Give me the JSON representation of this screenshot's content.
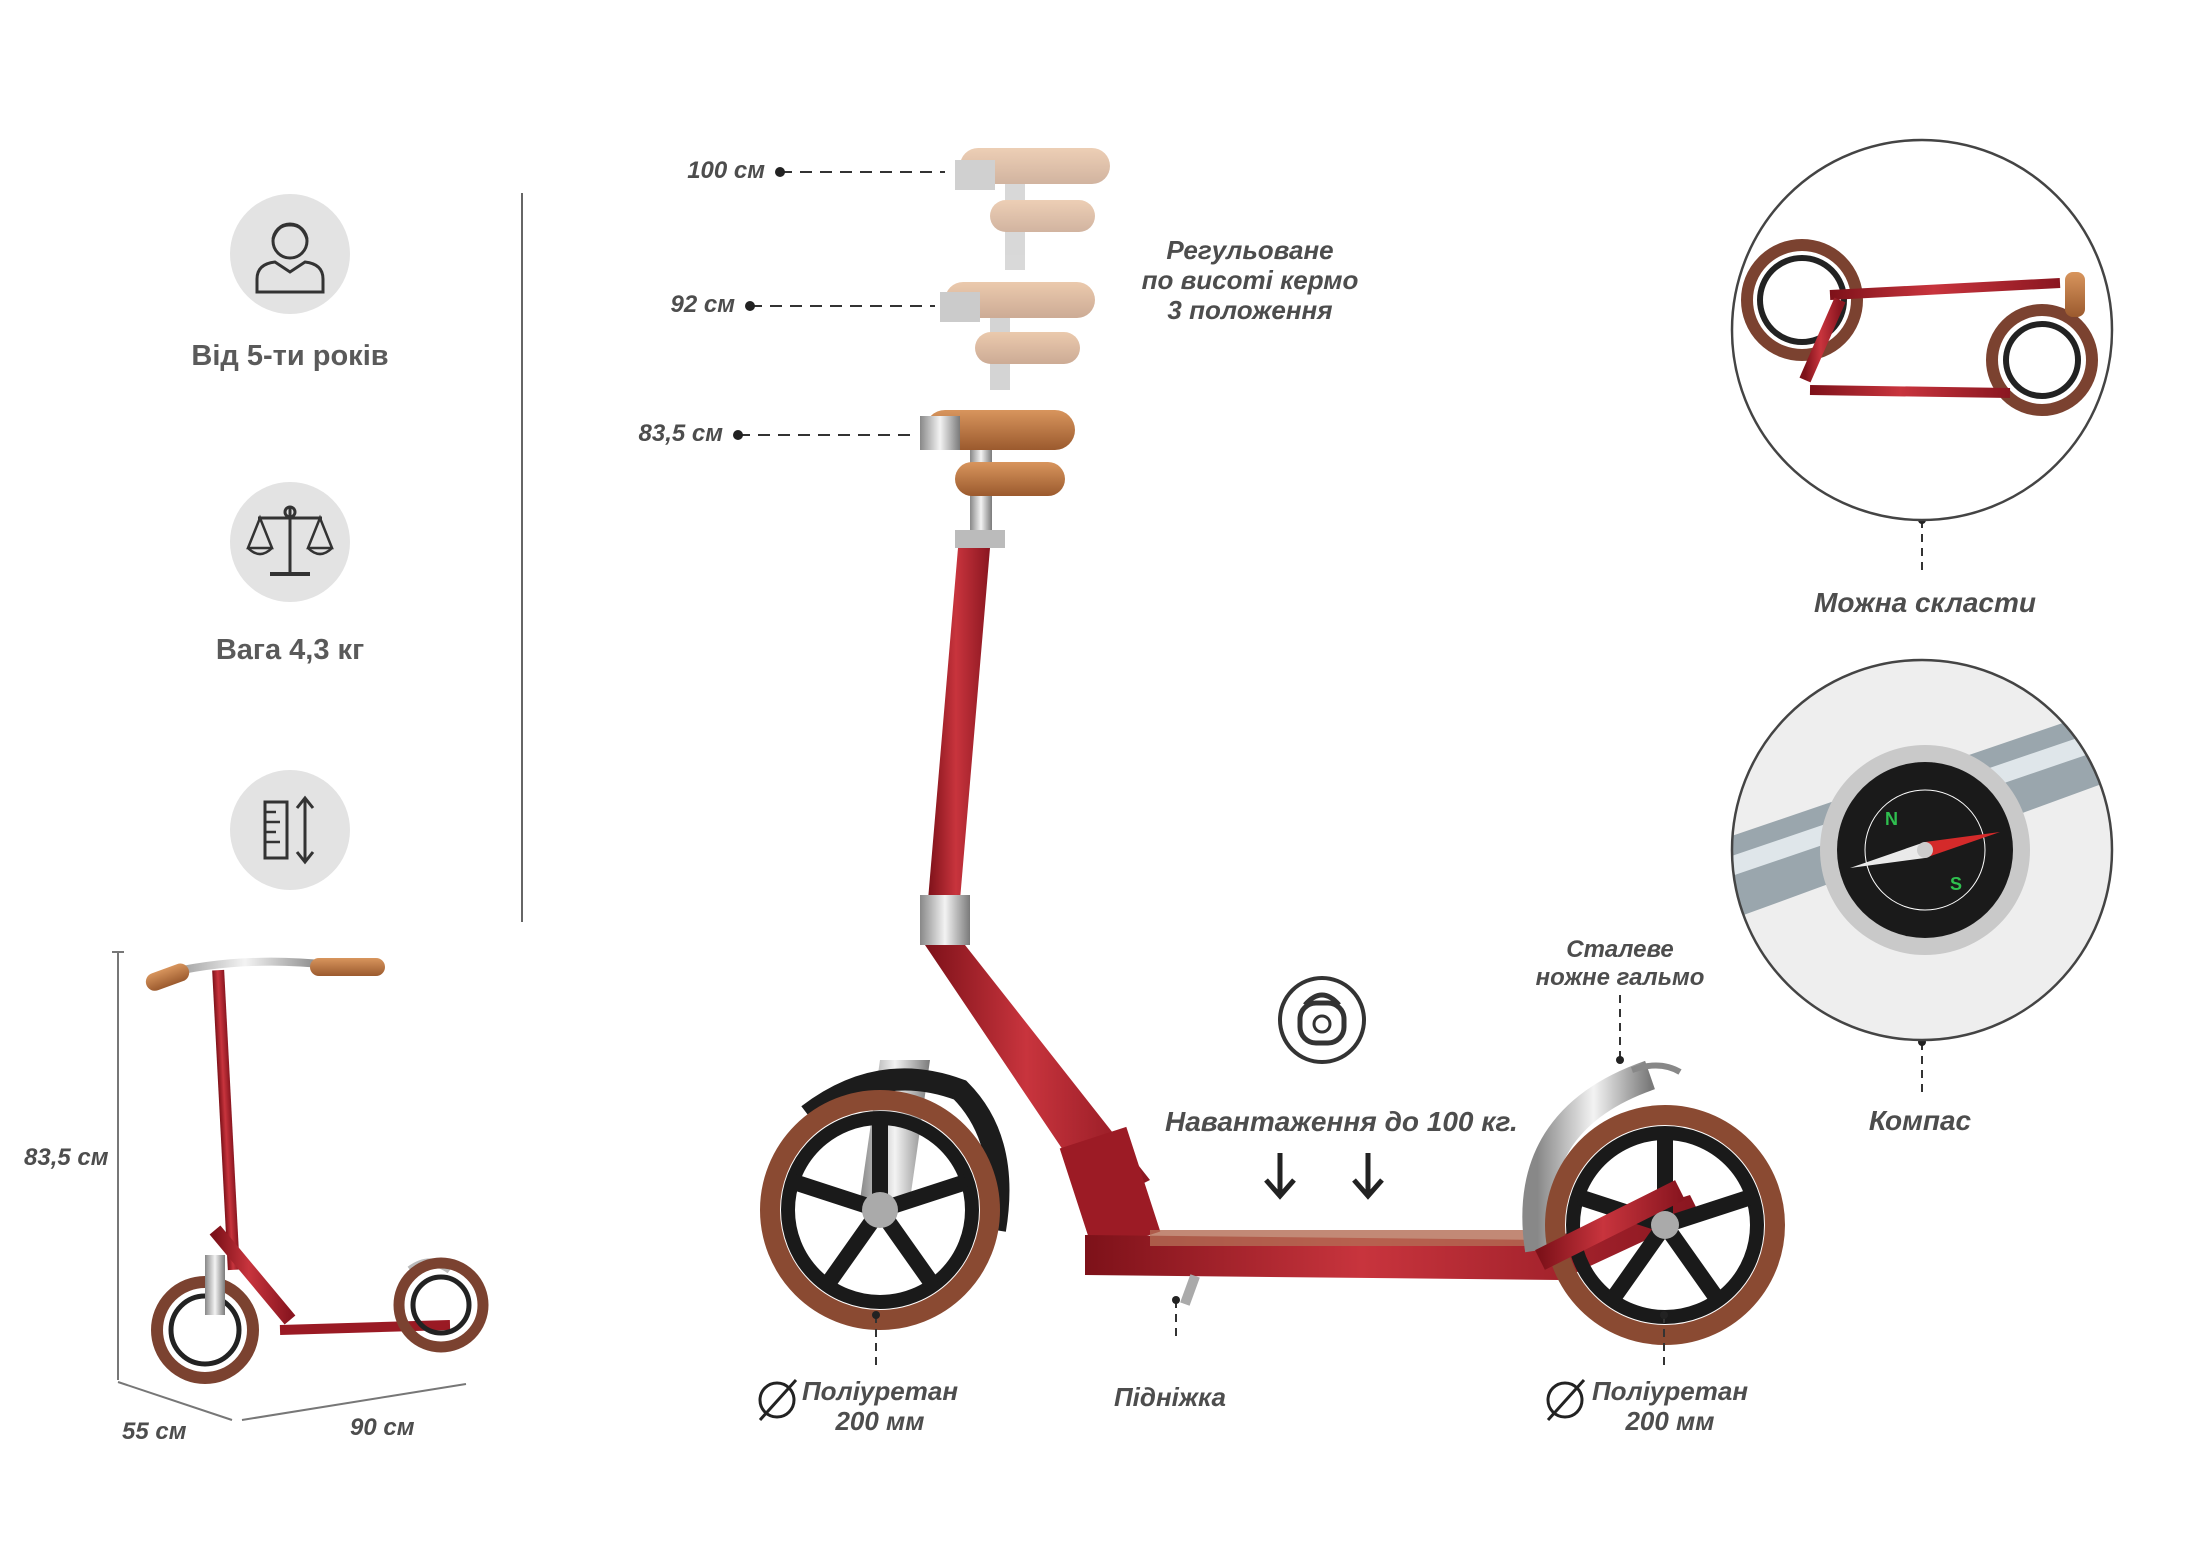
{
  "features": [
    {
      "icon": "person-icon",
      "label": "Від 5-ти років"
    },
    {
      "icon": "scale-icon",
      "label": "Вага 4,3 кг"
    },
    {
      "icon": "ruler-height-icon",
      "label": ""
    }
  ],
  "dimensions": {
    "height": "83,5 см",
    "width": "55 см",
    "length": "90 см"
  },
  "handlebar_heights": [
    "100 см",
    "92 см",
    "83,5 см"
  ],
  "adjustable_note": {
    "line1": "Регульоване",
    "line2": "по висоті кермо",
    "line3": "3 положення"
  },
  "load": {
    "icon": "kettlebell-icon",
    "label": "Навантаження до 100 кг."
  },
  "brake": {
    "line1": "Сталеве",
    "line2": "ножне гальмо"
  },
  "front_wheel": {
    "material": "Поліуретан",
    "size": "200 мм"
  },
  "rear_wheel": {
    "material": "Поліуретан",
    "size": "200 мм"
  },
  "kickstand": "Підніжка",
  "foldable": "Можна скласти",
  "compass": "Компас",
  "colors": {
    "frame": "#a8212b",
    "grip": "#b8703f",
    "wheel": "#8a4a32",
    "icon_bg": "#e3e3e3"
  }
}
